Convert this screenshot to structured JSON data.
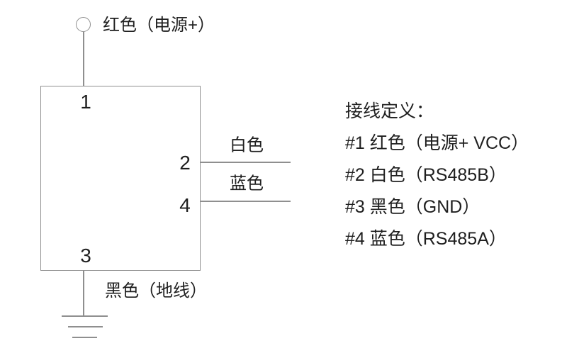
{
  "diagram": {
    "power_label": "红色（电源+）",
    "pin_labels": {
      "p1": "1",
      "p2": "2",
      "p3": "3",
      "p4": "4"
    },
    "white_wire_label": "白色",
    "blue_wire_label": "蓝色",
    "ground_label": "黑色（地线）"
  },
  "legend": {
    "title": "接线定义：",
    "entries": [
      "#1 红色（电源+ VCC）",
      "#2 白色（RS485B）",
      "#3 黑色（GND）",
      "#4 蓝色（RS485A）"
    ]
  },
  "colors": {
    "line": "#8f8f8f",
    "text": "#1f1f1f",
    "background": "#ffffff"
  }
}
